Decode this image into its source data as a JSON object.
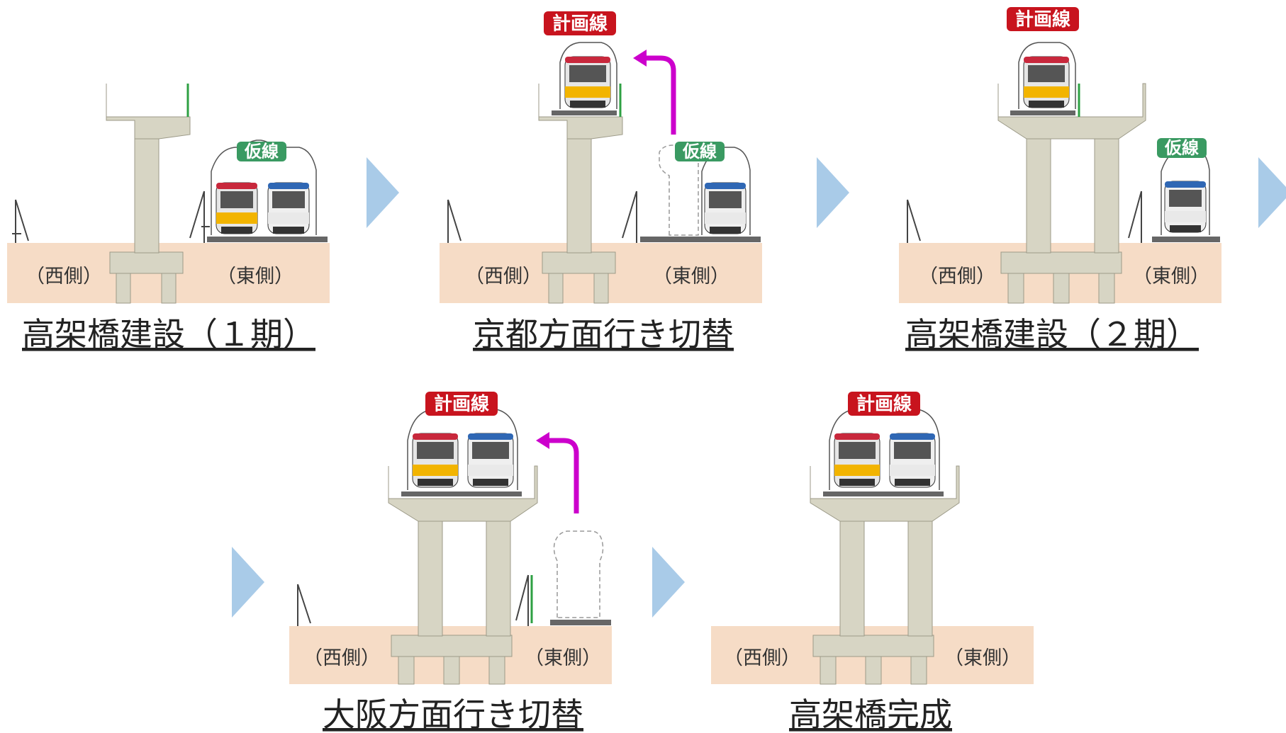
{
  "labels": {
    "west": "（西側）",
    "east": "（東側）",
    "temp_line": "仮線",
    "plan_line": "計画線"
  },
  "captions": [
    "高架橋建設（１期）",
    "京都方面行き切替",
    "高架橋建設（２期）",
    "大阪方面行き切替",
    "高架橋完成"
  ],
  "colors": {
    "ground": "#f6dcc6",
    "concrete": "#d7d5c4",
    "concrete_edge": "#9c9a88",
    "arrow_chevron": "#a9cbe8",
    "move_arrow": "#cc00cc",
    "temp_badge": "#3a9a62",
    "plan_badge": "#c8141e",
    "train_gold": "#f2b400",
    "train_red": "#c8283c",
    "train_blue": "#2f67b4",
    "train_green": "#3aa05a",
    "track": "#666666",
    "fence_green": "#2ea043"
  },
  "icons": [
    "right-chevron-icon",
    "move-arrow-icon",
    "train-icon",
    "ghost-train-icon"
  ]
}
